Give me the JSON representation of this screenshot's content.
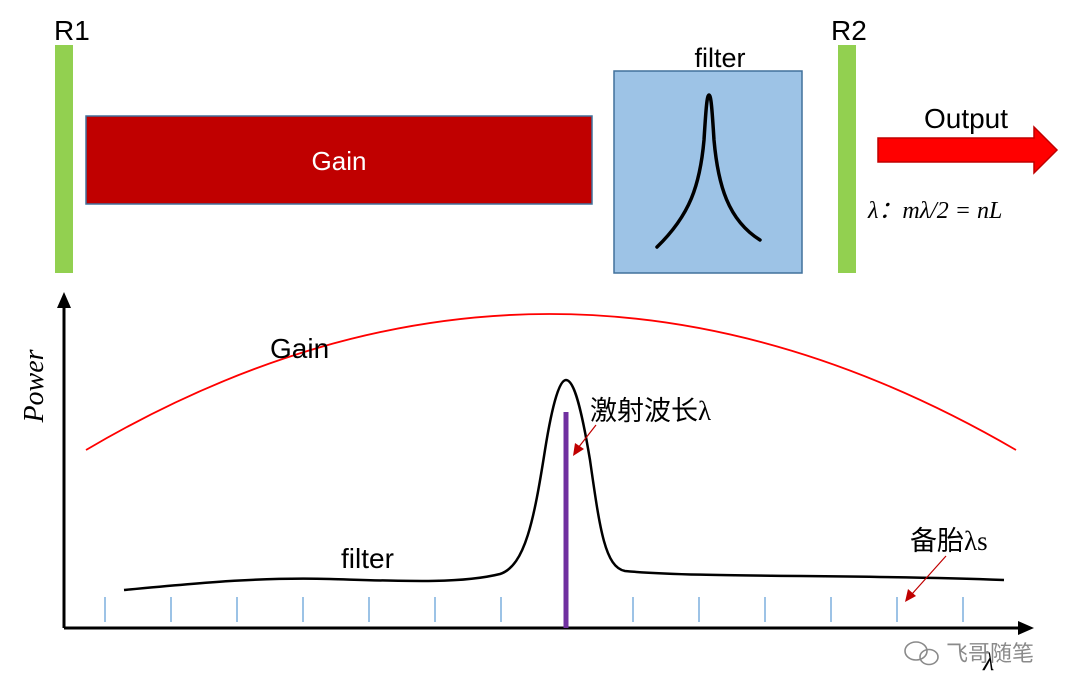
{
  "cavity": {
    "mirror_left": "R1",
    "mirror_right": "R2",
    "gain_label": "Gain",
    "filter_label": "filter",
    "output_label": "Output",
    "condition": "λ：mλ/2 = nL"
  },
  "plot": {
    "ylabel": "Power",
    "xlabel": "λ",
    "gain_curve_label": "Gain",
    "filter_curve_label": "filter",
    "lasing_label": "激射波长λ",
    "mode_label": "备胎λs"
  },
  "colors": {
    "mirror": "#92d050",
    "gain_block": "#c00000",
    "filter_box": "#9dc3e6",
    "output_arrow": "#ff0000",
    "gain_curve": "#ff0000",
    "lasing_line": "#7030a0",
    "mode_ticks": "#5b9bd5"
  },
  "watermark": "飞哥随笔"
}
